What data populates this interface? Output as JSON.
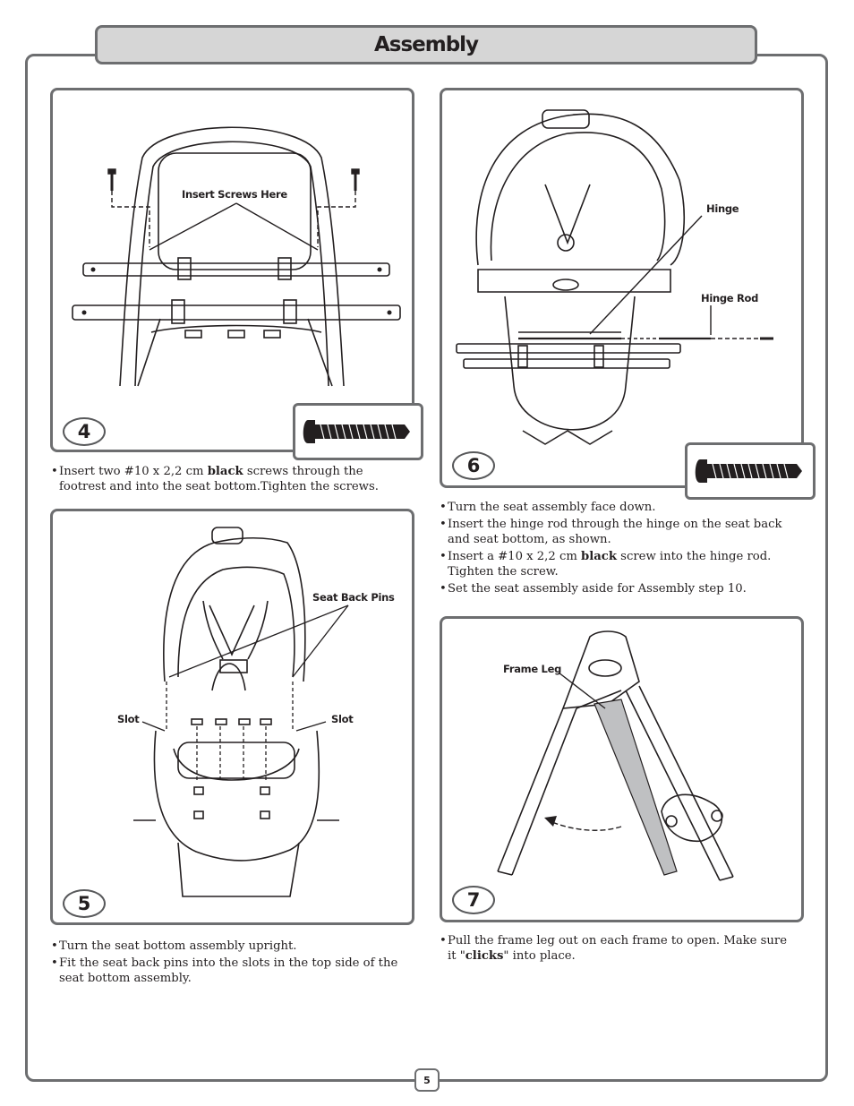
{
  "page": {
    "title": "Assembly",
    "page_number": "5"
  },
  "step4": {
    "number": "4",
    "callout_screws": "Insert Screws Here",
    "instructions": [
      [
        "Insert two #10 x 2,2 cm ",
        "black",
        " screws through the footrest and into the seat bottom.Tighten the screws."
      ]
    ]
  },
  "step5": {
    "number": "5",
    "callout_pins": "Seat Back Pins",
    "callout_slot_left": "Slot",
    "callout_slot_right": "Slot",
    "instructions": [
      [
        "Turn the seat bottom assembly upright.",
        "",
        ""
      ],
      [
        "Fit the seat back pins into the slots in the top side of the seat bottom assembly.",
        "",
        ""
      ]
    ]
  },
  "step6": {
    "number": "6",
    "callout_hinge": "Hinge",
    "callout_hinge_rod": "Hinge Rod",
    "instructions": [
      [
        "Turn the seat assembly face down.",
        "",
        ""
      ],
      [
        "Insert the hinge rod through the hinge on the seat back and seat bottom, as shown.",
        "",
        ""
      ],
      [
        "Insert a #10 x 2,2 cm ",
        "black",
        " screw into the hinge rod. Tighten the screw."
      ],
      [
        "Set the seat assembly aside for Assembly step 10.",
        "",
        ""
      ]
    ]
  },
  "step7": {
    "number": "7",
    "callout_frame_leg": "Frame Leg",
    "instructions": [
      [
        "Pull the frame leg out on each frame to open. Make sure it \"",
        "clicks",
        "\" into place."
      ]
    ]
  }
}
